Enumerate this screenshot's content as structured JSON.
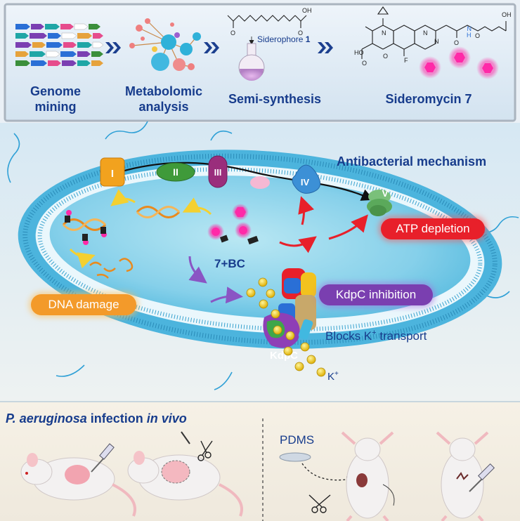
{
  "workflow": {
    "step1": [
      "Genome",
      "mining"
    ],
    "step2": [
      "Metabolomic",
      "analysis"
    ],
    "step3": "Semi-synthesis",
    "step4": "Sideromycin 7",
    "siderophore_label": "Siderophore",
    "siderophore_number": "1",
    "chem_atoms": {
      "o": "O",
      "oh": "OH",
      "n": "N",
      "h": "H",
      "ho": "HO",
      "f": "F"
    }
  },
  "mechanism": {
    "title": "Antibacterial mechanism",
    "roman": [
      "I",
      "II",
      "III",
      "IV",
      "V"
    ],
    "compound": "7+BC",
    "atp": "ATP depletion",
    "kdpc_inhibition": "KdpC inhibition",
    "dna": "DNA damage",
    "blocks": "Blocks K",
    "blocks_sup": "+",
    "blocks_tail": " transport",
    "kdpc": "KdpC",
    "k": "K",
    "k_sup": "+"
  },
  "infection": {
    "title_species": "P. aeruginosa",
    "title_mid": " infection ",
    "title_end": "in vivo",
    "pdms": "PDMS"
  },
  "colors": {
    "navy": "#173c8c",
    "atp_red": "#e8202a",
    "kdpc_purple": "#7a3fb0",
    "dna_orange": "#f39a2a",
    "cell_cyan": "#2ba8d2"
  }
}
